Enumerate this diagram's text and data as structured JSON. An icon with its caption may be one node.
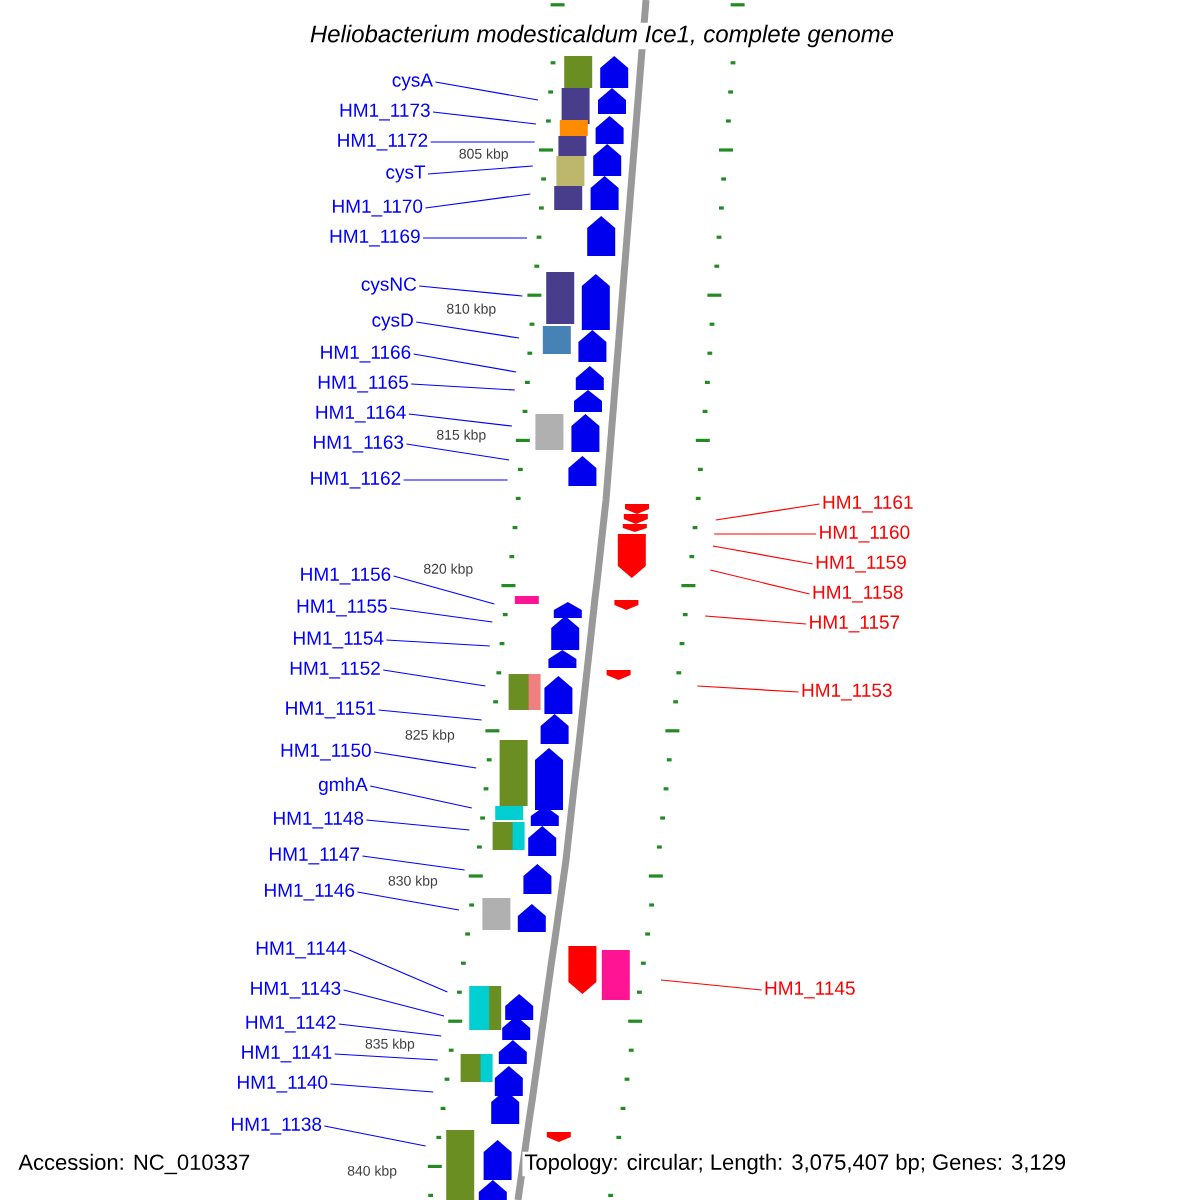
{
  "diagram": {
    "title": "*Heliobacterium modesticaldum* Ice1, complete genome",
    "nodes": [
      {
        "text": [
          "cysA"
        ]
      },
      {
        "text": [
          "HM1_1173"
        ]
      },
      {
        "text": [
          "HM1_1172"
        ]
      },
      {
        "text": [
          "cysT"
        ]
      },
      {
        "text": [
          "HM1_1170"
        ]
      },
      {
        "text": [
          "HM1_1169"
        ]
      },
      {
        "text": [
          "cysNC"
        ]
      },
      {
        "text": [
          "cysD"
        ]
      },
      {
        "text": [
          "HM1_1166"
        ]
      },
      {
        "text": [
          "HM1_1165"
        ]
      },
      {
        "text": [
          "HM1_1164"
        ]
      },
      {
        "text": [
          "HM1_1163"
        ]
      },
      {
        "text": [
          "HM1_1162"
        ]
      },
      {
        "text": [
          "HM1_1161"
        ]
      },
      {
        "text": [
          "HM1_1160"
        ]
      },
      {
        "text": [
          "HM1_1159"
        ]
      },
      {
        "text": [
          "HM1_1156"
        ]
      },
      {
        "text": [
          "HM1_1158"
        ]
      },
      {
        "text": [
          "HM1_1155"
        ]
      },
      {
        "text": [
          "HM1_1157"
        ]
      },
      {
        "text": [
          "HM1_1154"
        ]
      },
      {
        "text": [
          "HM1_1152"
        ]
      },
      {
        "text": [
          "HM1_1153"
        ]
      },
      {
        "text": [
          "HM1_1151"
        ]
      },
      {
        "text": [
          "HM1_1150"
        ]
      },
      {
        "text": [
          "gmhA"
        ]
      },
      {
        "text": [
          "HM1_1148"
        ]
      },
      {
        "text": [
          "HM1_1147"
        ]
      },
      {
        "text": [
          "HM1_1146"
        ]
      },
      {
        "text": [
          "HM1_1144"
        ]
      },
      {
        "text": [
          "HM1_1143"
        ]
      },
      {
        "text": [
          "HM1_1145"
        ]
      },
      {
        "text": [
          "HM1_1142"
        ]
      },
      {
        "text": [
          "HM1_1141"
        ]
      },
      {
        "text": [
          "HM1_1140"
        ]
      },
      {
        "text": [
          "HM1_1138"
        ]
      }
    ],
    "edges": [
      {
        "from": 0,
        "to": null,
        "arrow": "none"
      },
      {
        "from": 1,
        "to": null,
        "arrow": "none"
      },
      {
        "from": 2,
        "to": null,
        "arrow": "none"
      },
      {
        "from": 3,
        "to": null,
        "arrow": "none"
      },
      {
        "from": 4,
        "to": null,
        "arrow": "none"
      },
      {
        "from": 5,
        "to": null,
        "arrow": "none"
      },
      {
        "from": 6,
        "to": null,
        "arrow": "none"
      },
      {
        "from": 7,
        "to": null,
        "arrow": "none"
      },
      {
        "from": 8,
        "to": null,
        "arrow": "none"
      },
      {
        "from": 9,
        "to": null,
        "arrow": "none"
      },
      {
        "from": 10,
        "to": null,
        "arrow": "none"
      },
      {
        "from": 11,
        "to": null,
        "arrow": "none"
      },
      {
        "from": 12,
        "to": null,
        "arrow": "none"
      },
      {
        "from": 13,
        "to": null,
        "arrow": "none",
        "color": "#ff0000"
      },
      {
        "from": 14,
        "to": null,
        "arrow": "none",
        "color": "#ff0000"
      },
      {
        "from": 15,
        "to": null,
        "arrow": "none",
        "color": "#ff0000"
      },
      {
        "from": 16,
        "to": null,
        "arrow": "none"
      },
      {
        "from": 17,
        "to": null,
        "arrow": "none",
        "color": "#ff0000"
      },
      {
        "from": 18,
        "to": null,
        "arrow": "none"
      },
      {
        "from": 19,
        "to": null,
        "arrow": "none",
        "color": "#ff0000"
      },
      {
        "from": 20,
        "to": null,
        "arrow": "none"
      },
      {
        "from": 21,
        "to": null,
        "arrow": "none"
      },
      {
        "from": 22,
        "to": null,
        "arrow": "none",
        "color": "#ff0000"
      },
      {
        "from": 23,
        "to": null,
        "arrow": "none"
      },
      {
        "from": 24,
        "to": null,
        "arrow": "none"
      },
      {
        "from": 25,
        "to": null,
        "arrow": "none"
      },
      {
        "from": 26,
        "to": null,
        "arrow": "none"
      },
      {
        "from": 27,
        "to": null,
        "arrow": "none"
      },
      {
        "from": 28,
        "to": null,
        "arrow": "none"
      },
      {
        "from": 29,
        "to": null,
        "arrow": "none"
      },
      {
        "from": 30,
        "to": null,
        "arrow": "none"
      },
      {
        "from": 31,
        "to": null,
        "arrow": "none",
        "color": "#ff0000"
      },
      {
        "from": 32,
        "to": null,
        "arrow": "none"
      },
      {
        "from": 33,
        "to": null,
        "arrow": "none"
      },
      {
        "from": 34,
        "to": null,
        "arrow": "none"
      },
      {
        "from": 35,
        "to": null,
        "arrow": "none"
      }
    ],
    "labels": [
      "805 kbp",
      "810 kbp",
      "815 kbp",
      "820 kbp",
      "825 kbp",
      "830 kbp",
      "835 kbp",
      "840 kbp",
      "Accession: NC_010337",
      "Topology: circular; Length: 3,075,407 bp; Genes: 3,129"
    ]
  }
}
